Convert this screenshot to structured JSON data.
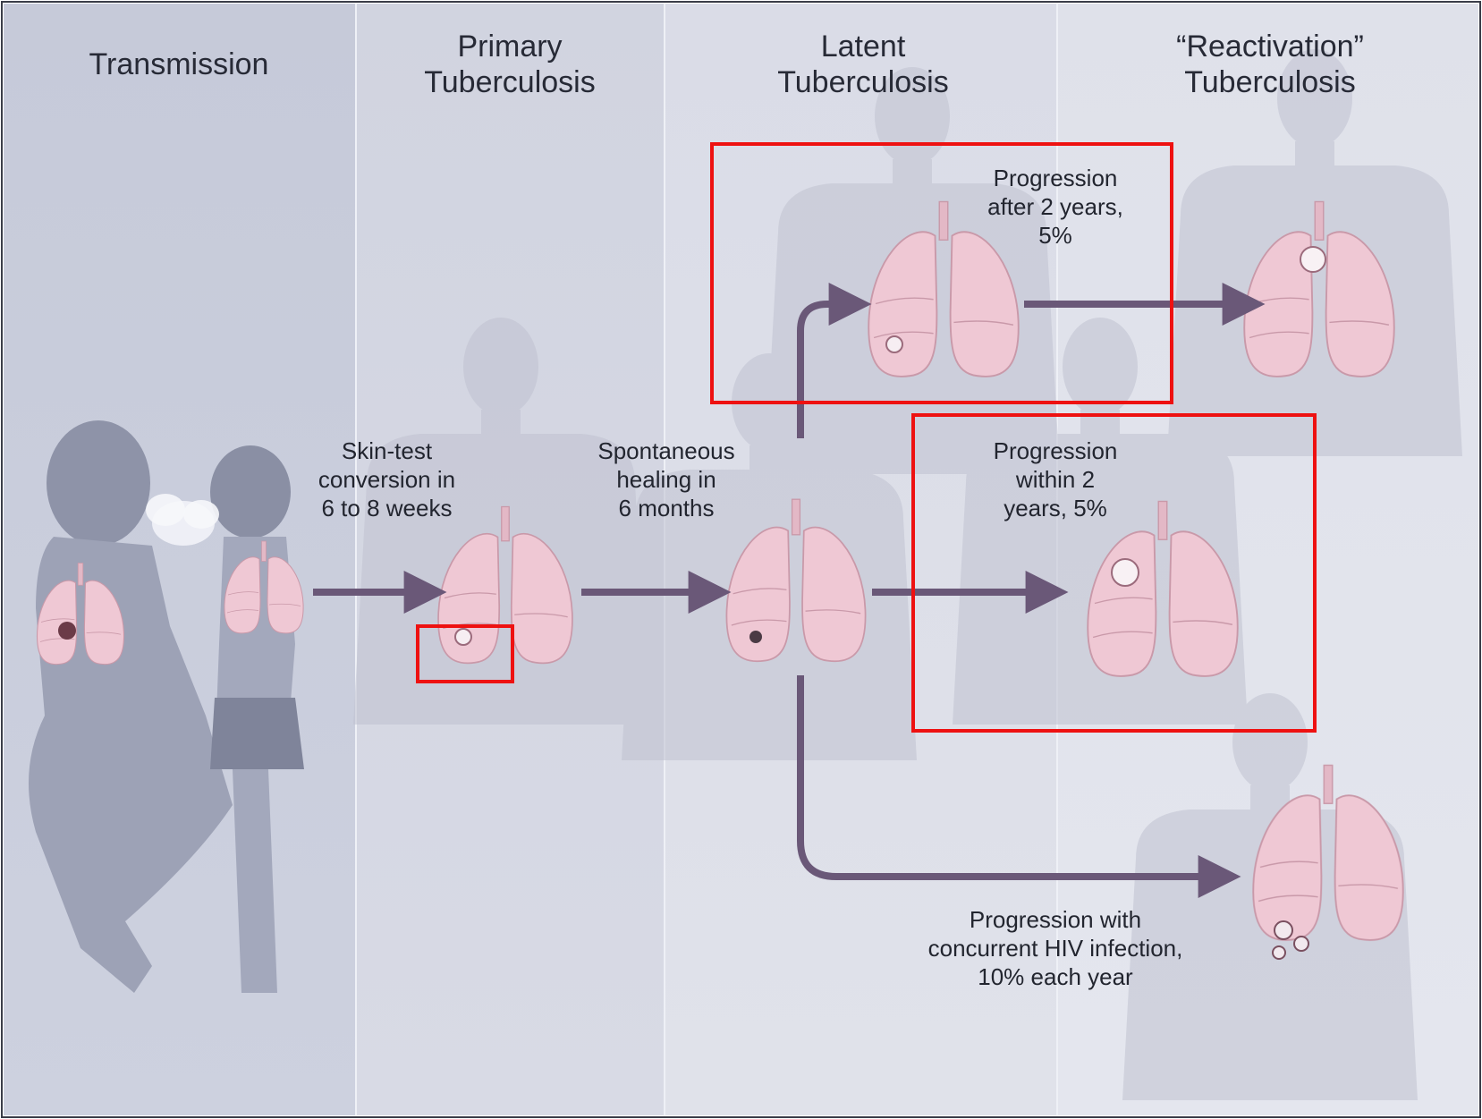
{
  "stages": {
    "transmission": "Transmission",
    "primary": "Primary\nTuberculosis",
    "latent": "Latent\nTuberculosis",
    "reactivation": "“Reactivation”\nTuberculosis"
  },
  "captions": {
    "skin_test": "Skin-test\nconversion in\n6 to 8 weeks",
    "healing": "Spontaneous\nhealing in\n6 months",
    "after_two_years": "Progression\nafter 2 years,\n5%",
    "within_two_years": "Progression\nwithin 2\nyears, 5%",
    "hiv": "Progression with\nconcurrent HIV infection,\n10% each year"
  },
  "colors": {
    "arrow": "#6a5878",
    "highlight": "#ee1111",
    "lung": "#efc8d4"
  }
}
